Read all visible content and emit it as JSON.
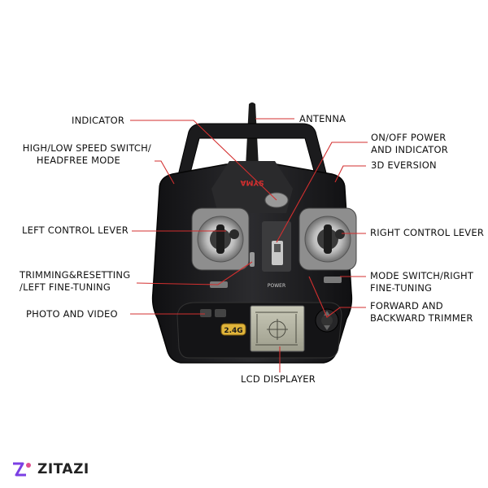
{
  "labels": {
    "indicator": "INDICATOR",
    "antenna": "ANTENNA",
    "on_off_line1": "ON/OFF POWER",
    "on_off_line2": "AND INDICATOR",
    "speed_line1": "HIGH/LOW SPEED SWITCH/",
    "speed_line2": "HEADFREE MODE",
    "eversion": "3D EVERSION",
    "left_lever": "LEFT CONTROL LEVER",
    "right_lever": "RIGHT CONTROL LEVER",
    "trim_left_line1": "TRIMMING&RESETTING",
    "trim_left_line2": "/LEFT FINE-TUNING",
    "mode_line1": "MODE SWITCH/RIGHT",
    "mode_line2": "FINE-TUNING",
    "photo_video": "PHOTO AND VIDEO",
    "fb_line1": "FORWARD AND",
    "fb_line2": "BACKWARD TRIMMER",
    "lcd": "LCD DISPLAYER"
  },
  "device": {
    "logo_text": "SYMA",
    "power_text": "POWER",
    "band_text": "2.4G"
  },
  "brand": {
    "name": "ZITAZI"
  },
  "colors": {
    "leader_line": "#d32f2f",
    "body": "#1d1d1f",
    "brand_accent": "#7b3fe4"
  }
}
